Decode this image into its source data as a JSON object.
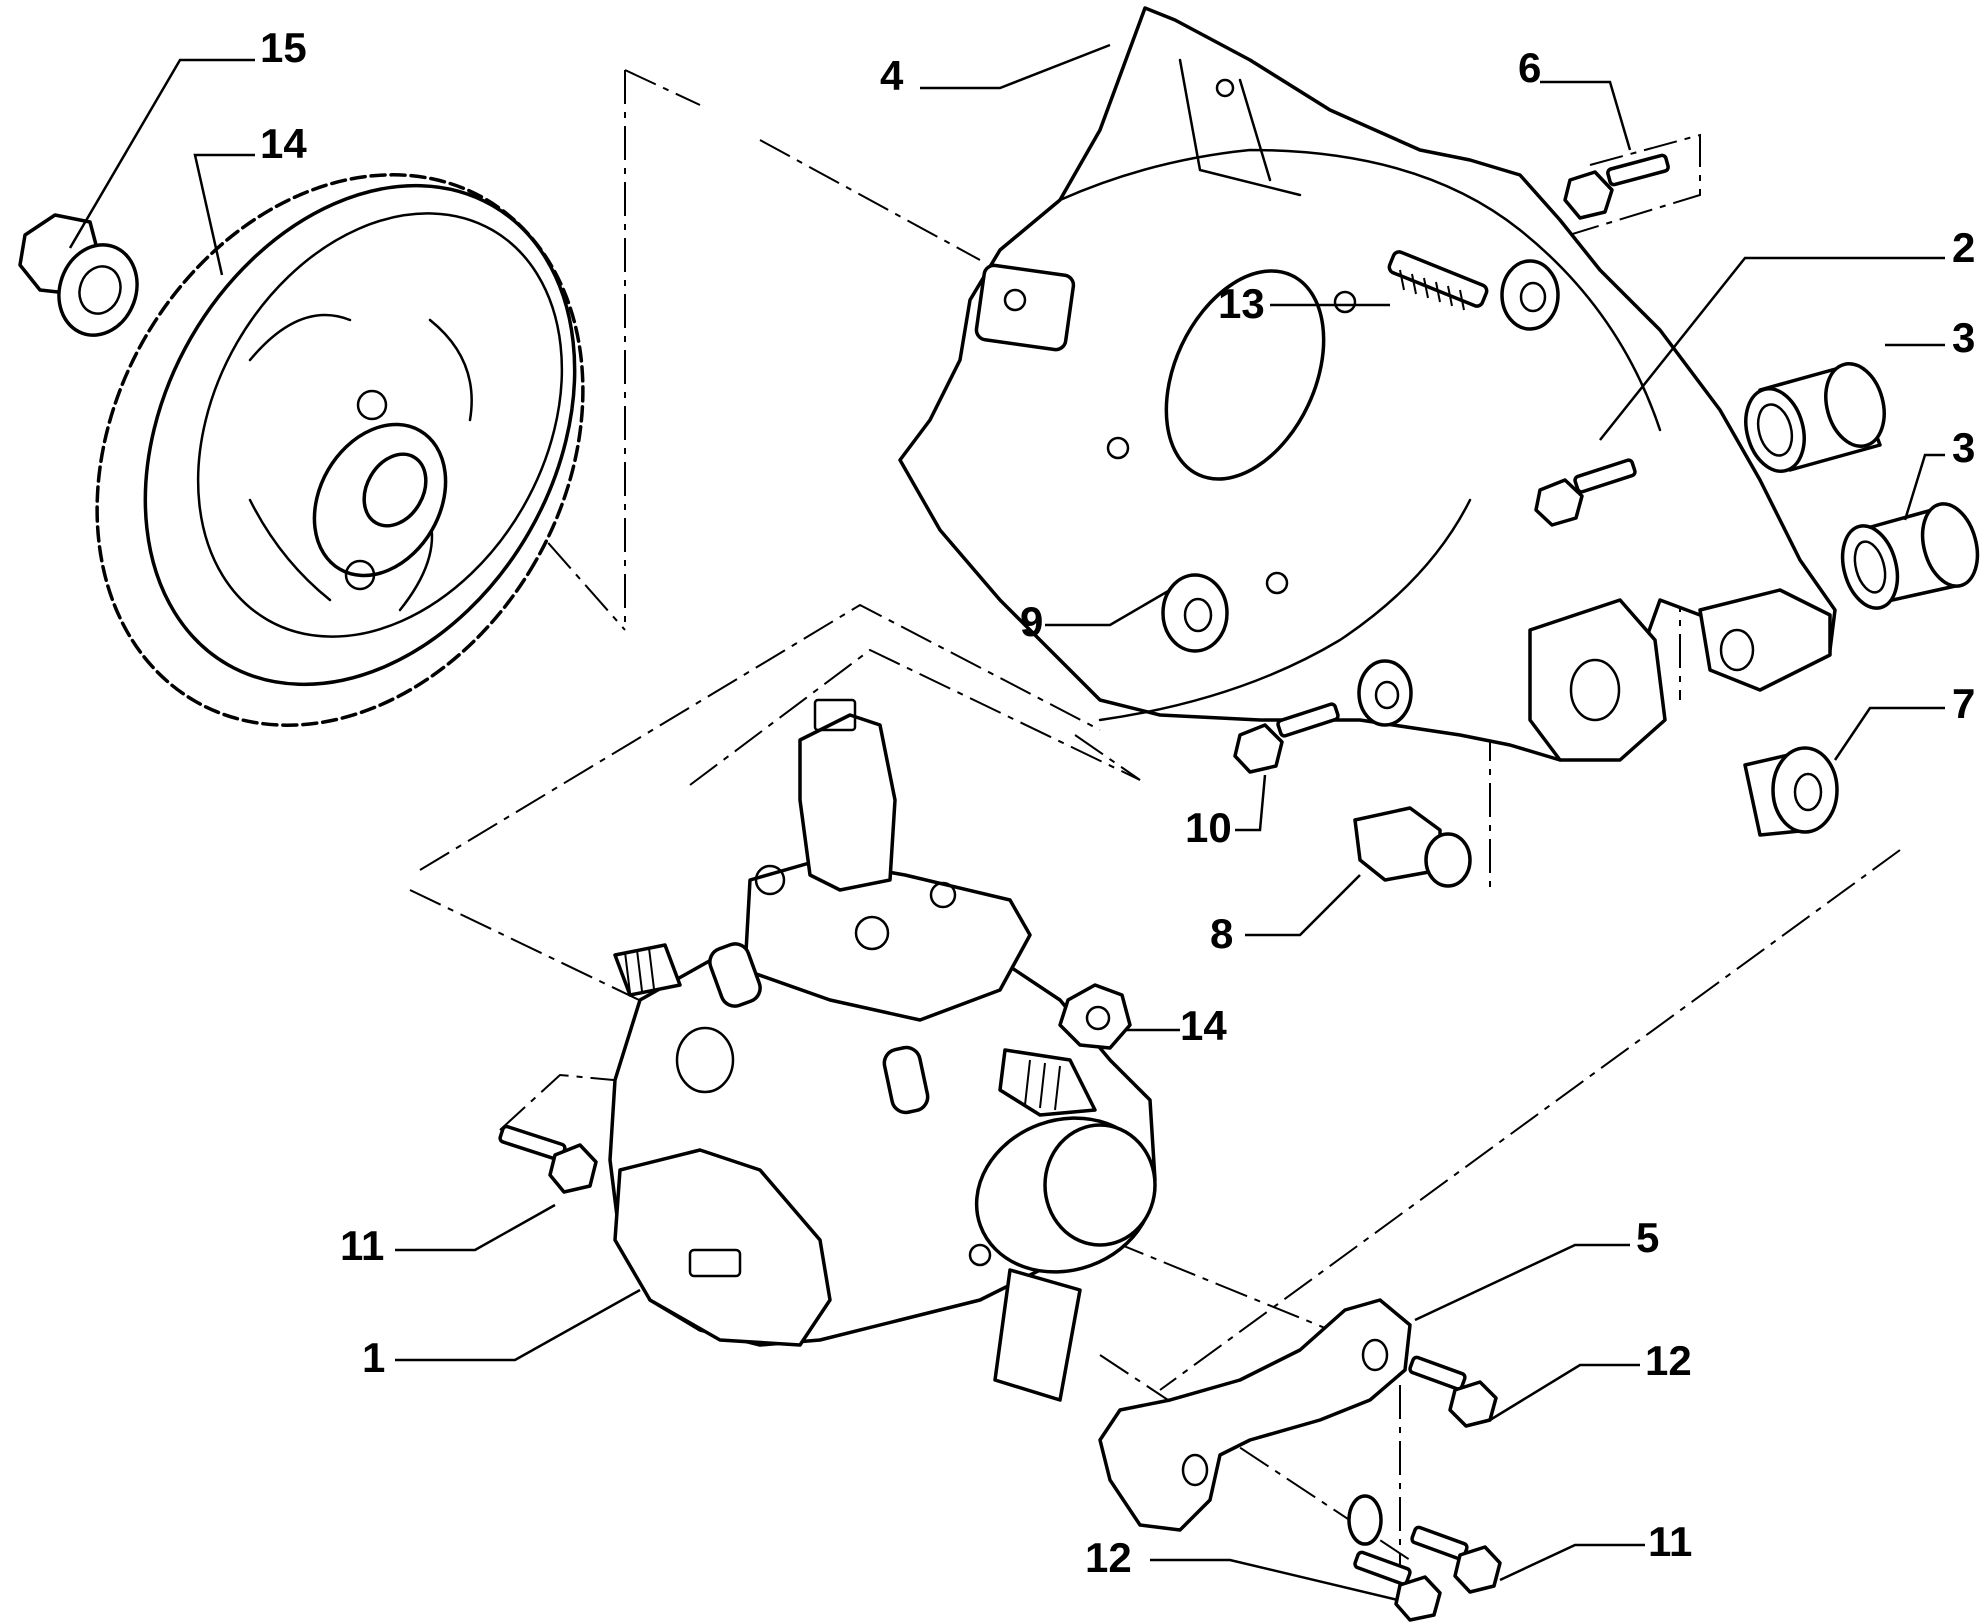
{
  "callouts": {
    "c1": "1",
    "c2": "2",
    "c3a": "3",
    "c3b": "3",
    "c4": "4",
    "c5": "5",
    "c6": "6",
    "c7": "7",
    "c8": "8",
    "c9": "9",
    "c10": "10",
    "c11a": "11",
    "c11b": "11",
    "c12a": "12",
    "c12b": "12",
    "c13": "13",
    "c14a": "14",
    "c14b": "14",
    "c15": "15"
  },
  "colors": {
    "line": "#000000",
    "background": "#ffffff"
  }
}
